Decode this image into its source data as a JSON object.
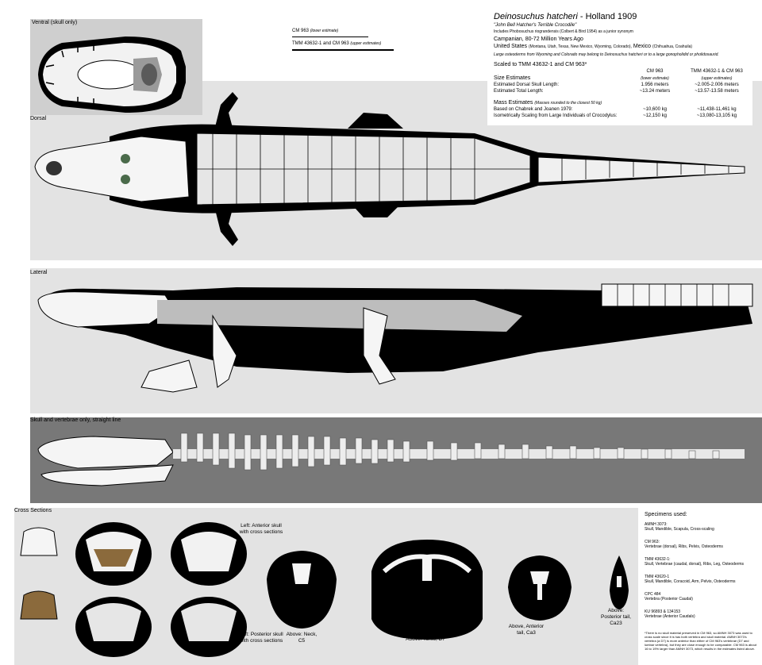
{
  "panels": {
    "ventral": "Ventral (skull only)",
    "dorsal": "Dorsal",
    "lateral": "Lateral",
    "skeleton": "Skull and vertebrae only, straight line",
    "cross": "Cross Sections"
  },
  "legend": {
    "cm963": "CM 963",
    "cm963_note": "(lower estimate)",
    "tmm": "TMM 43632-1 and CM 963",
    "tmm_note": "(upper estimates)"
  },
  "info": {
    "title_genus": "Deinosuchus hatcheri",
    "title_author": " - Holland 1909",
    "nickname": "\"John Bell Hatcher's Terrible Crocodile\"",
    "synonym": "Includes Phobosuchus riograndensis (Colbert & Bird 1954) as a junior synonym",
    "age": "Campanian, 80-72 Million Years Ago",
    "locality_a": "United States",
    "locality_a_detail": "(Montana, Utah, Texas, New Mexico, Wyoming, Colorado),",
    "locality_b": "Mexico",
    "locality_b_detail": "(Chihuahua, Coahuila)",
    "osteoderm_note": "Large osteoderms from Wyoming and Colorado may belong to Deinosuchus hatcheri or to a large gonopholidid or pholidosaurid.",
    "scaled_to": "Scaled to TMM 43632-1 and CM 963*",
    "col1": "CM 963",
    "col1_note": "(lower estimate)",
    "col2": "TMM 43632-1 & CM 963",
    "col2_note": "(upper estimates)",
    "size_head": "Size Estimates",
    "skull_label": "Estimated Dorsal Skull Length:",
    "skull_v1": "1.956 meters",
    "skull_v2": "~2.005-2.006 meters",
    "total_label": "Estimated Total Length:",
    "total_v1": "~13.24 meters",
    "total_v2": "~13.57-13.58 meters",
    "mass_head": "Mass Estimates",
    "mass_note": "(Masses rounded to the closest 50 kg)",
    "chabrek_label": "Based on Chabrek and Joanen 1979:",
    "chabrek_v1": "~10,600 kg",
    "chabrek_v2": "~11,438-11,461 kg",
    "iso_label": "Isometrically Scaling from Large Individuals of Crocodylus:",
    "iso_v1": "~12,150 kg",
    "iso_v2": "~13,080-13,105 kg"
  },
  "cross": {
    "left_anterior": "Left: Anterior skull with cross sections",
    "left_posterior": "Left: Posterior skull with cross sections",
    "neck": "Above: Neck, C5",
    "torso": "Above: Torso, D7",
    "tail_ant": "Above, Anterior tail, Ca3",
    "tail_post": "Above: Posterior tail, Ca23"
  },
  "specimens": {
    "title": "Specimens used:",
    "items": [
      {
        "id": "AMNH 3073:",
        "desc": "Skull, Mandible, Scapula, Cross-scaling"
      },
      {
        "id": "CM 963:",
        "desc": "Vertebrae (dorsal), Ribs, Pelvis, Osteoderms"
      },
      {
        "id": "TMM 43632-1:",
        "desc": "Skull, Vertebrae (caudal, dorsal), Ribs, Leg, Osteoderms"
      },
      {
        "id": "TMM 43620-1",
        "desc": "Skull, Mandible, Coracoid, Arm, Pelvis, Osteoderms"
      },
      {
        "id": "CPC 484",
        "desc": "Vertebra (Posterior Caudal)"
      },
      {
        "id": "KU 96893 & 134153",
        "desc": "Vertebrae (Anterior Caudals)"
      }
    ],
    "footnote": "*There is no skull material preserved in CM 963, so AMNH 3073 was used to cross scale since it is has both vertebra and skull material. AMNH 3073's vertebra (a D7) is more anterior than either of CM 963's vertebrae (D7 and lumbar vertebra), but they are close enough to be comparable. CM 963 is about 16 to 19% larger than AMNH 3073, which results in the estimates listed above."
  },
  "colors": {
    "panel_light": "#e3e3e3",
    "panel_dark": "#787878",
    "bone": "#f4f4f4",
    "body": "#000000"
  }
}
